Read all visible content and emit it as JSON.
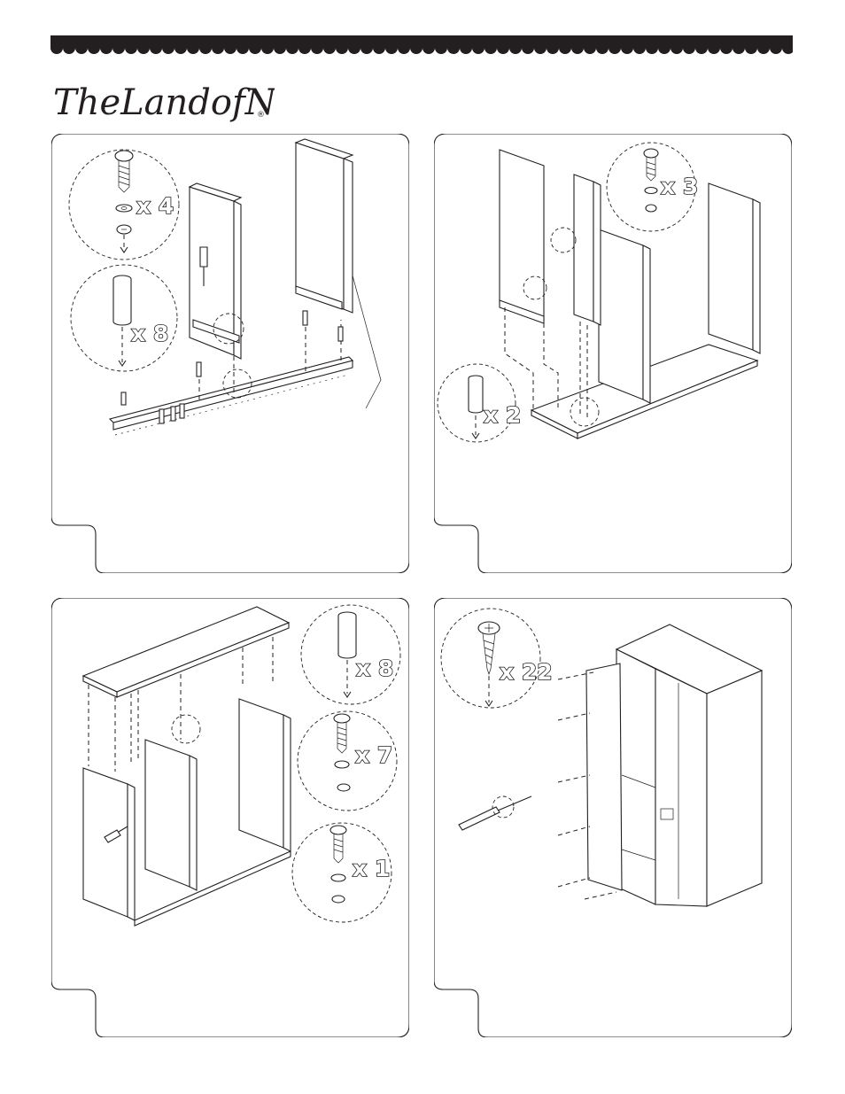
{
  "brand": {
    "logo_text": "TheLandofNod",
    "registered_mark": "®"
  },
  "steps": [
    {
      "quantities": [
        "x 4",
        "x 8"
      ]
    },
    {
      "quantities": [
        "x 3",
        "x 2"
      ]
    },
    {
      "quantities": [
        "x 8",
        "x 7",
        "x 1"
      ]
    },
    {
      "quantities": [
        "x 22"
      ]
    }
  ],
  "colors": {
    "ink": "#231f20",
    "paper": "#ffffff"
  },
  "icons": [
    "screw-icon",
    "washer-icon",
    "cam-lock-icon",
    "wood-dowel-icon",
    "wood-screw-icon",
    "screwdriver-icon"
  ]
}
